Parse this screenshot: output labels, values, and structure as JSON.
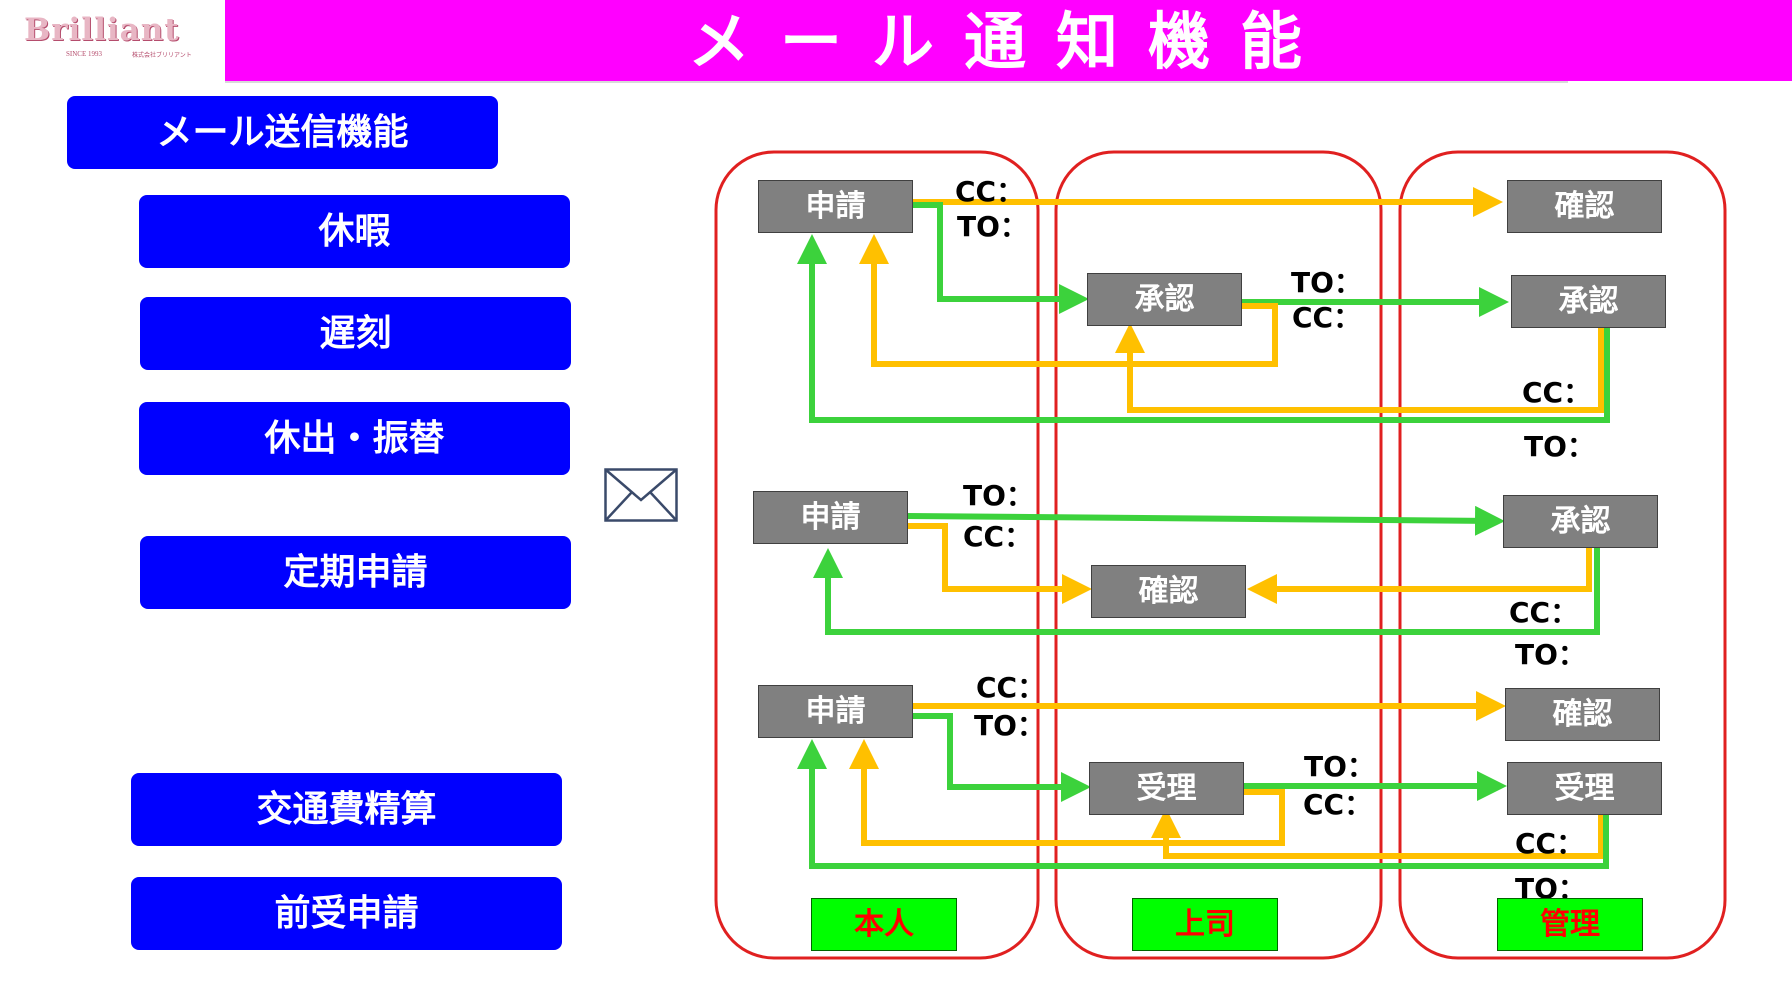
{
  "logo": {
    "name": "Brilliant",
    "since": "SINCE 1993",
    "company": "株式会社ブリリアント"
  },
  "title": "メール通知機能",
  "menu": {
    "header": "メール送信機能",
    "items": [
      "休暇",
      "遅刻",
      "休出・振替",
      "定期申請",
      "交通費精算",
      "前受申請"
    ]
  },
  "icons": {
    "mail": "envelope-icon"
  },
  "colors": {
    "title_bar": "#ff00ff",
    "menu_button": "#0000ff",
    "box": "#808080",
    "lane_border": "#e02020",
    "arrow_cc": "#ffc000",
    "arrow_to": "#3cd23c",
    "role_bg": "#00ff00",
    "role_text": "#ff0000"
  },
  "flow1": {
    "apply": "申請",
    "boss": "承認",
    "admin_confirm": "確認",
    "admin_approve": "承認",
    "lbl_cc1": "CC：",
    "lbl_to1": "TO：",
    "lbl_to2": "TO：",
    "lbl_cc2": "CC：",
    "lbl_cc3": "CC：",
    "lbl_to3": "TO："
  },
  "flow2": {
    "apply": "申請",
    "boss_confirm": "確認",
    "admin_approve": "承認",
    "lbl_to1": "TO：",
    "lbl_cc1": "CC：",
    "lbl_cc2": "CC：",
    "lbl_to2": "TO："
  },
  "flow3": {
    "apply": "申請",
    "boss": "受理",
    "admin_confirm": "確認",
    "admin_receive": "受理",
    "lbl_cc1": "CC：",
    "lbl_to1": "TO：",
    "lbl_to2": "TO：",
    "lbl_cc2": "CC：",
    "lbl_cc3": "CC：",
    "lbl_to3": "TO："
  },
  "roles": [
    "本人",
    "上司",
    "管理"
  ]
}
